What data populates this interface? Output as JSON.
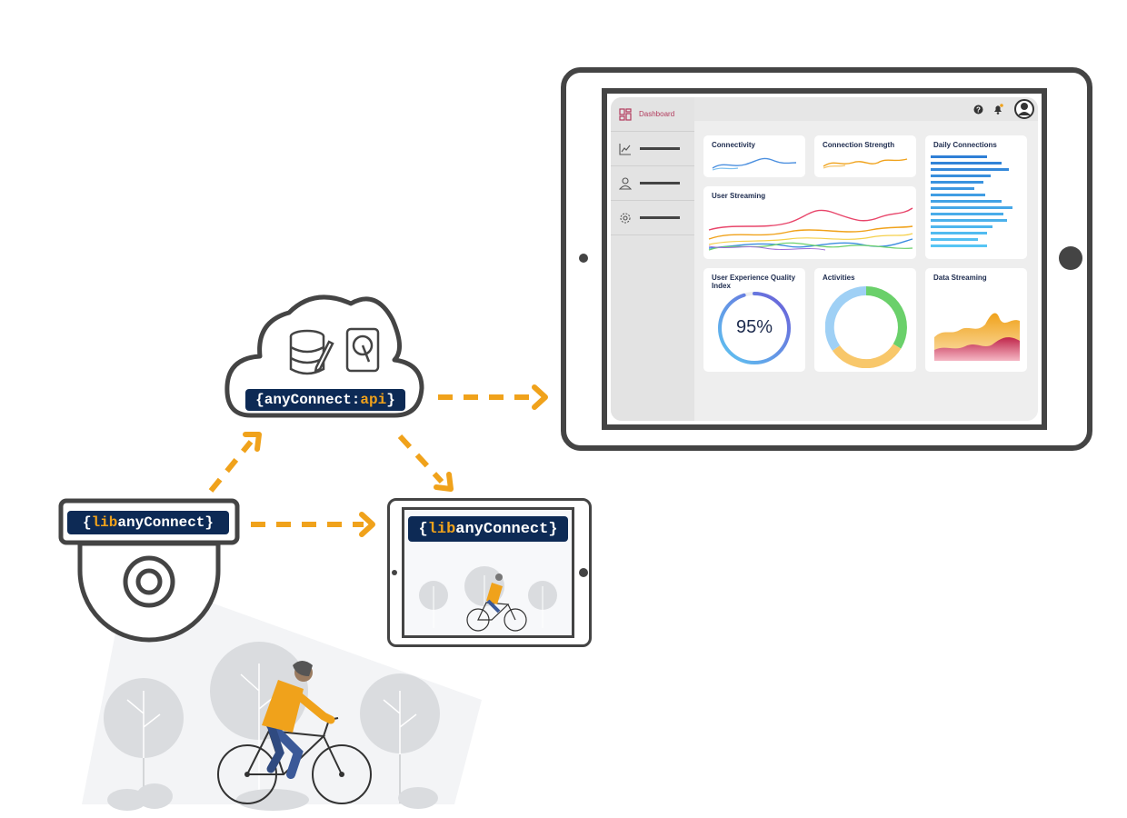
{
  "api": {
    "brace_open": "{",
    "name": "anyConnect:",
    "highlight": "api",
    "brace_close": "}"
  },
  "camera": {
    "brace_open": "{",
    "highlight": "lib",
    "name": "anyConnect",
    "brace_close": "}"
  },
  "client_tablet": {
    "brace_open": "{",
    "highlight": "lib",
    "name": "anyConnect",
    "brace_close": "}"
  },
  "dashboard": {
    "sidebar": [
      {
        "label": "Dashboard",
        "icon": "dashboard-grid-icon"
      },
      {
        "label": "",
        "icon": "trend-chart-icon"
      },
      {
        "label": "",
        "icon": "user-icon"
      },
      {
        "label": "",
        "icon": "settings-icon"
      }
    ],
    "topbar_icons": [
      "help-icon",
      "notification-bell-icon",
      "avatar-icon"
    ],
    "cards": {
      "connectivity": "Connectivity",
      "connection_strength": "Connection Strength",
      "daily_connections": "Daily Connections",
      "user_streaming": "User Streaming",
      "uxqi": "User Experience Quality Index",
      "activities": "Activities",
      "data_streaming": "Data Streaming"
    },
    "uxqi_value": "95%",
    "uxqi_fraction": 0.95
  },
  "colors": {
    "navy": "#0d2a55",
    "orange": "#f0a21b",
    "frame": "#444444",
    "dashboard_accent": "#b23a5c",
    "blue_bar": "#2f7fd6",
    "green": "#6ad06a",
    "light_blue": "#9fd0f5"
  }
}
